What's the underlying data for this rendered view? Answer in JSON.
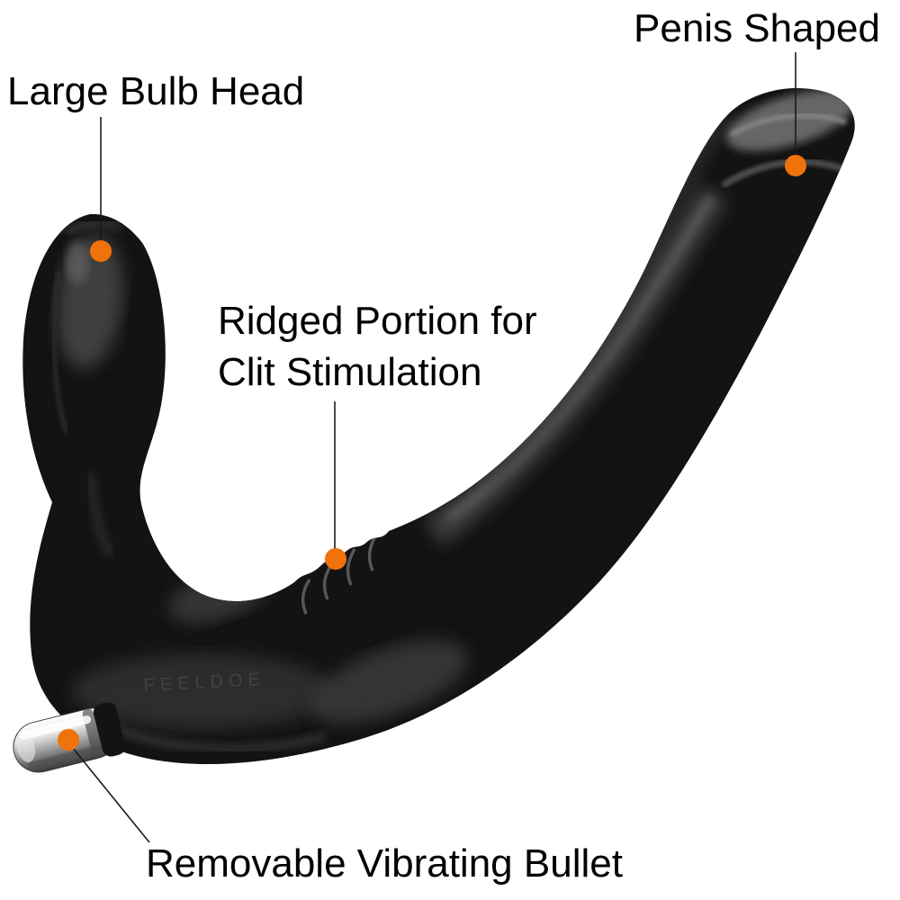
{
  "page": {
    "background_color": "#ffffff"
  },
  "colors": {
    "product_body": "#131313",
    "marker_dot": "#f0720a",
    "leader_line": "#1a1a1a",
    "label_text": "#000000"
  },
  "product": {
    "embossed_text": "FEELDOE"
  },
  "annotations": {
    "penis_shaped": {
      "label": "Penis Shaped"
    },
    "large_bulb_head": {
      "label": "Large Bulb Head"
    },
    "ridged_portion": {
      "line1": "Ridged Portion for",
      "line2": "Clit Stimulation"
    },
    "removable_bullet": {
      "label": "Removable Vibrating Bullet"
    }
  }
}
